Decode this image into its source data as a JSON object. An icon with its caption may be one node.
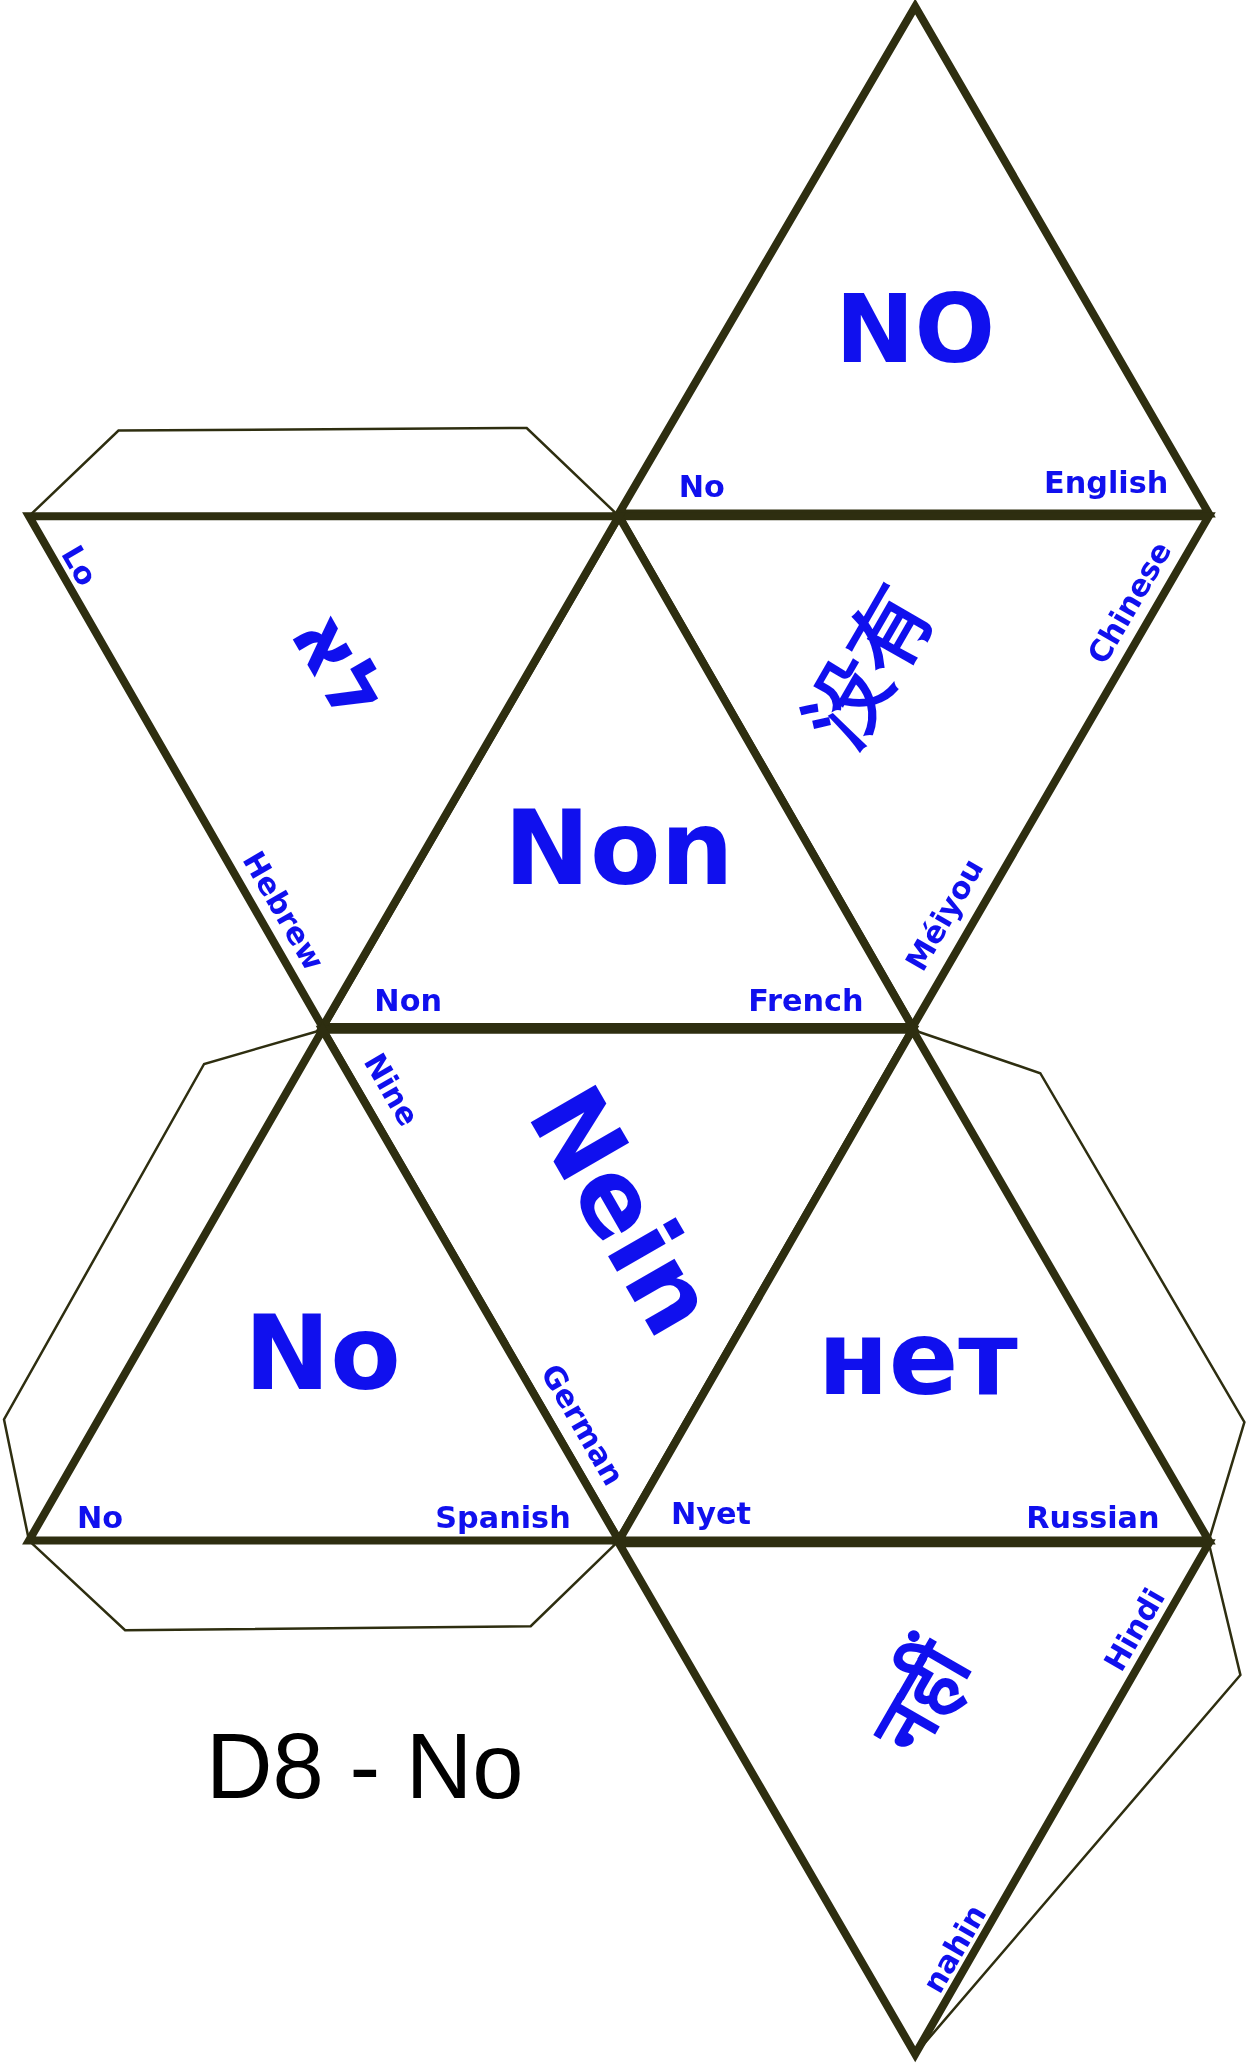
{
  "diagram": {
    "title": "D8 - No",
    "nodes": [
      {
        "text": [
          "NO",
          "No",
          "English"
        ]
      },
      {
        "text": [
          "没有",
          "Méiyou",
          "Chinese"
        ]
      },
      {
        "text": [
          "Non",
          "Non",
          "French"
        ]
      },
      {
        "text": [
          "לא",
          "Lo",
          "Hebrew"
        ]
      },
      {
        "text": [
          "Nein",
          "Nine",
          "German"
        ]
      },
      {
        "text": [
          "No",
          "No",
          "Spanish"
        ]
      },
      {
        "text": [
          "нет",
          "Nyet",
          "Russian"
        ]
      },
      {
        "text": [
          "नहीं",
          "nahin",
          "Hindi"
        ]
      }
    ]
  }
}
